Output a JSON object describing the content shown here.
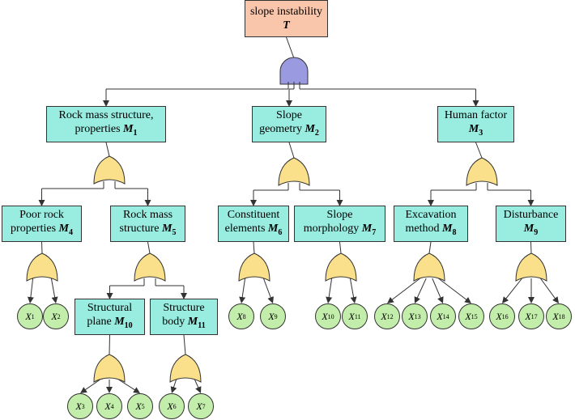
{
  "nodes": {
    "T": {
      "lines": [
        "slope instability"
      ],
      "symbol": "T",
      "sub": ""
    },
    "M1": {
      "lines": [
        "Rock mass structure,",
        "properties"
      ],
      "symbol": "M",
      "sub": "1"
    },
    "M2": {
      "lines": [
        "Slope",
        "geometry"
      ],
      "symbol": "M",
      "sub": "2"
    },
    "M3": {
      "lines": [
        "Human factor"
      ],
      "symbol": "M",
      "sub": "3"
    },
    "M4": {
      "lines": [
        "Poor rock",
        "properties"
      ],
      "symbol": "M",
      "sub": "4"
    },
    "M5": {
      "lines": [
        "Rock mass",
        "structure"
      ],
      "symbol": "M",
      "sub": "5"
    },
    "M6": {
      "lines": [
        "Constituent",
        "elements"
      ],
      "symbol": "M",
      "sub": "6"
    },
    "M7": {
      "lines": [
        "Slope",
        "morphology"
      ],
      "symbol": "M",
      "sub": "7"
    },
    "M8": {
      "lines": [
        "Excavation",
        "method"
      ],
      "symbol": "M",
      "sub": "8"
    },
    "M9": {
      "lines": [
        "Disturbance"
      ],
      "symbol": "M",
      "sub": "9"
    },
    "M10": {
      "lines": [
        "Structural",
        "plane"
      ],
      "symbol": "M",
      "sub": "10"
    },
    "M11": {
      "lines": [
        "Structure",
        "body"
      ],
      "symbol": "M",
      "sub": "11"
    }
  },
  "leaves": {
    "X1": {
      "symbol": "X",
      "sub": "1"
    },
    "X2": {
      "symbol": "X",
      "sub": "2"
    },
    "X3": {
      "symbol": "X",
      "sub": "3"
    },
    "X4": {
      "symbol": "X",
      "sub": "4"
    },
    "X5": {
      "symbol": "X",
      "sub": "5"
    },
    "X6": {
      "symbol": "X",
      "sub": "6"
    },
    "X7": {
      "symbol": "X",
      "sub": "7"
    },
    "X8": {
      "symbol": "X",
      "sub": "8"
    },
    "X9": {
      "symbol": "X",
      "sub": "9"
    },
    "X10": {
      "symbol": "X",
      "sub": "10"
    },
    "X11": {
      "symbol": "X",
      "sub": "11"
    },
    "X12": {
      "symbol": "X",
      "sub": "12"
    },
    "X13": {
      "symbol": "X",
      "sub": "13"
    },
    "X14": {
      "symbol": "X",
      "sub": "14"
    },
    "X15": {
      "symbol": "X",
      "sub": "15"
    },
    "X16": {
      "symbol": "X",
      "sub": "16"
    },
    "X17": {
      "symbol": "X",
      "sub": "17"
    },
    "X18": {
      "symbol": "X",
      "sub": "18"
    }
  },
  "gates": {
    "T": {
      "type": "and",
      "children": [
        "M1",
        "M2",
        "M3"
      ]
    },
    "M1": {
      "type": "or",
      "children": [
        "M4",
        "M5"
      ]
    },
    "M2": {
      "type": "or",
      "children": [
        "M6",
        "M7"
      ]
    },
    "M3": {
      "type": "or",
      "children": [
        "M8",
        "M9"
      ]
    },
    "M4": {
      "type": "or",
      "children": [
        "X1",
        "X2"
      ]
    },
    "M5": {
      "type": "or",
      "children": [
        "M10",
        "M11"
      ]
    },
    "M6": {
      "type": "or",
      "children": [
        "X8",
        "X9"
      ]
    },
    "M7": {
      "type": "or",
      "children": [
        "X10",
        "X11"
      ]
    },
    "M8": {
      "type": "or",
      "children": [
        "X12",
        "X13",
        "X14",
        "X15"
      ]
    },
    "M9": {
      "type": "or",
      "children": [
        "X16",
        "X17",
        "X18"
      ]
    },
    "M10": {
      "type": "or",
      "children": [
        "X3",
        "X4",
        "X5"
      ]
    },
    "M11": {
      "type": "or",
      "children": [
        "X6",
        "X7"
      ]
    }
  },
  "colors": {
    "top_event": "#f9c6ac",
    "intermediate_event": "#98ece0",
    "basic_event": "#c2edaa",
    "and_gate": "#9a9ae0",
    "or_gate": "#fae08a",
    "line": "#333333"
  }
}
